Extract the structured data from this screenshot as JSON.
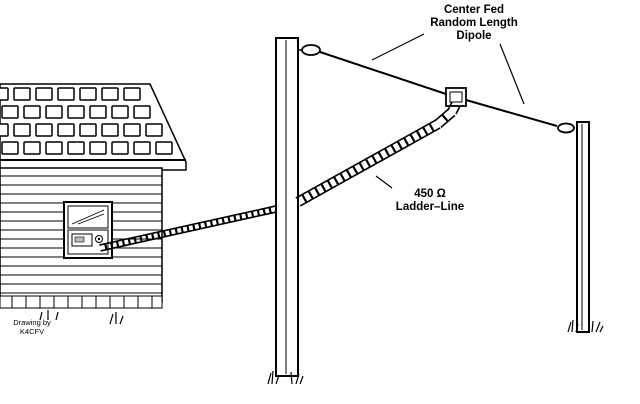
{
  "callouts": {
    "dipole": {
      "line1": "Center Fed",
      "line2": "Random Length",
      "line3": "Dipole"
    },
    "feedline": {
      "line1": "450 Ω",
      "line2": "Ladder–Line"
    }
  },
  "credit": {
    "line1": "Drawing by",
    "line2": "K4CFV"
  },
  "colors": {
    "ink": "#000000",
    "paper": "#ffffff",
    "shade": "#bdbdbd"
  }
}
